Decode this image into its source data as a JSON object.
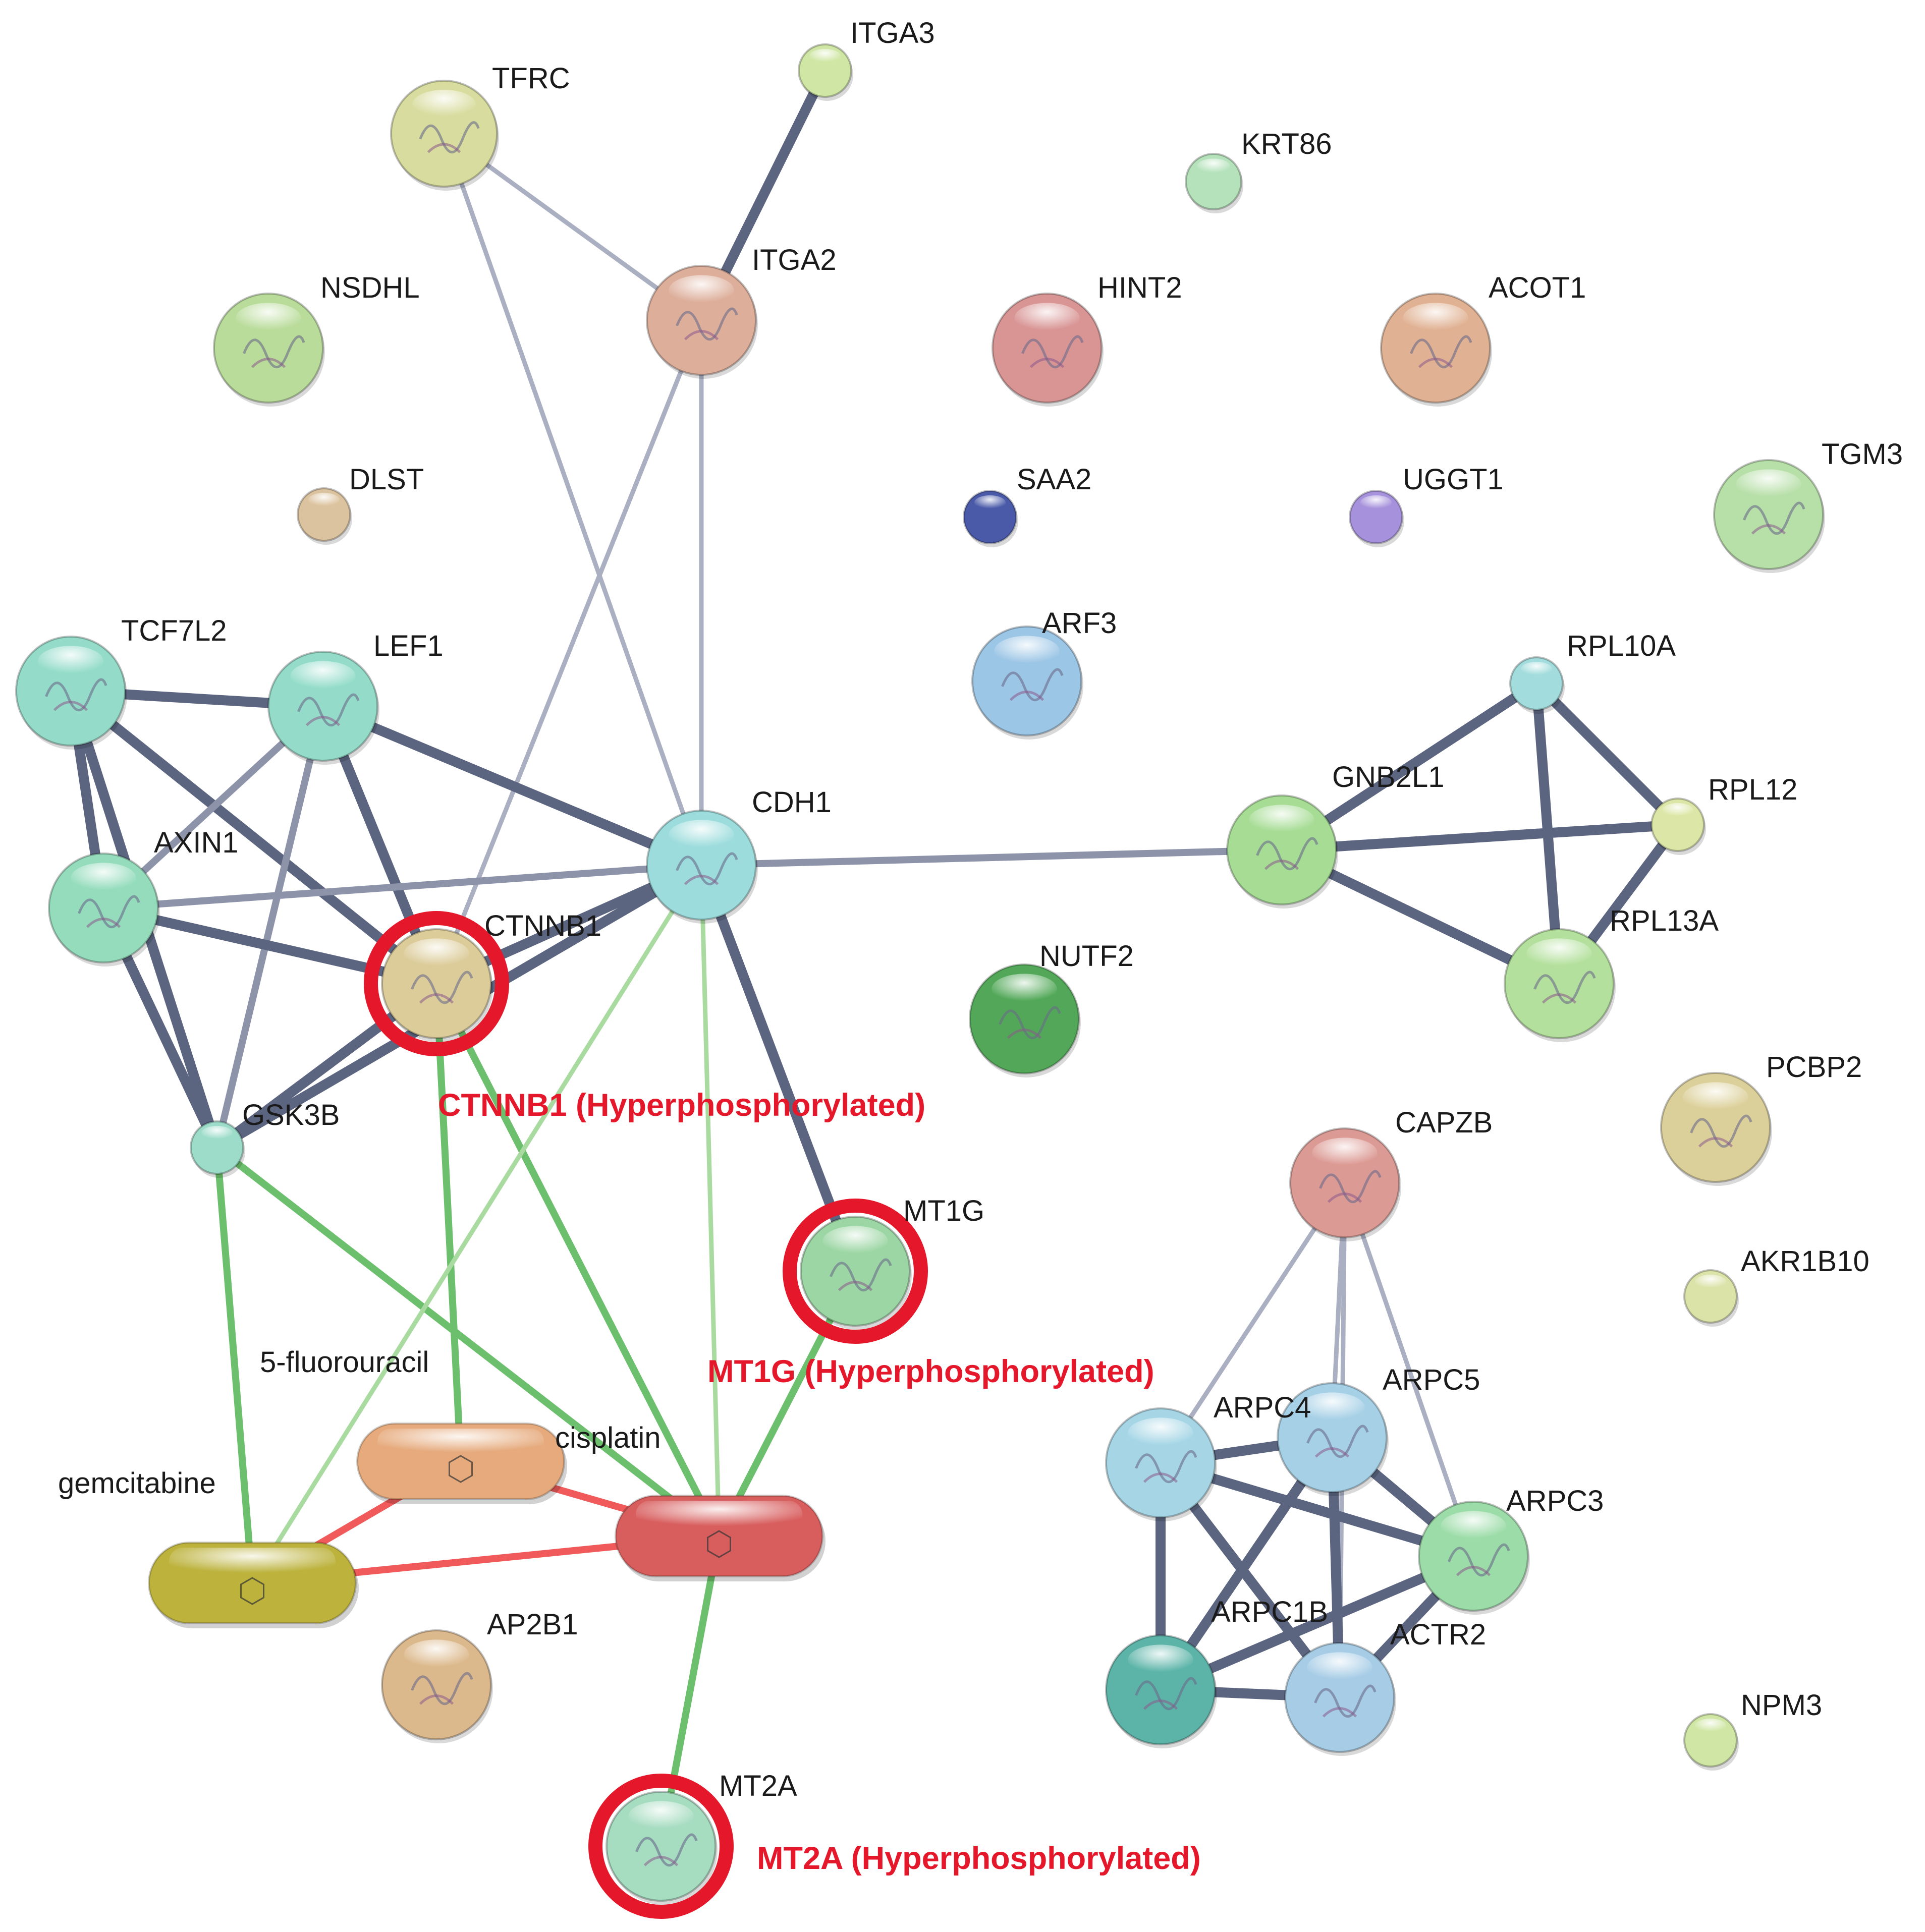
{
  "colors": {
    "protein_edge": "#5c6580",
    "protein_edge_light": "#aab0c2",
    "drug_protein_edge": "#6cbf6c",
    "drug_protein_edge_light": "#a9dba0",
    "drug_drug_edge": "#f05a5a",
    "highlight": "#e4172b",
    "label": "#1a1a1a"
  },
  "nodes": [
    {
      "id": "TFRC",
      "label": "TFRC",
      "kind": "protein",
      "color": "#d8dc9e",
      "icon": "structure-icon"
    },
    {
      "id": "ITGA3",
      "label": "ITGA3",
      "kind": "protein",
      "color": "#cfe6a4",
      "icon": "none"
    },
    {
      "id": "ITGA2",
      "label": "ITGA2",
      "kind": "protein",
      "color": "#ddae9a",
      "icon": "structure-icon"
    },
    {
      "id": "KRT86",
      "label": "KRT86",
      "kind": "protein",
      "color": "#b5e2bb",
      "icon": "none"
    },
    {
      "id": "NSDHL",
      "label": "NSDHL",
      "kind": "protein",
      "color": "#b9dc9a",
      "icon": "structure-icon"
    },
    {
      "id": "HINT2",
      "label": "HINT2",
      "kind": "protein",
      "color": "#d99494",
      "icon": "structure-icon"
    },
    {
      "id": "ACOT1",
      "label": "ACOT1",
      "kind": "protein",
      "color": "#e0b192",
      "icon": "structure-icon"
    },
    {
      "id": "DLST",
      "label": "DLST",
      "kind": "protein",
      "color": "#dcc39f",
      "icon": "none"
    },
    {
      "id": "SAA2",
      "label": "SAA2",
      "kind": "protein",
      "color": "#4a5aa8",
      "icon": "none"
    },
    {
      "id": "UGGT1",
      "label": "UGGT1",
      "kind": "protein",
      "color": "#a692dc",
      "icon": "none"
    },
    {
      "id": "TGM3",
      "label": "TGM3",
      "kind": "protein",
      "color": "#b7dfa8",
      "icon": "structure-icon"
    },
    {
      "id": "TCF7L2",
      "label": "TCF7L2",
      "kind": "protein",
      "color": "#94dcc9",
      "icon": "structure-icon"
    },
    {
      "id": "LEF1",
      "label": "LEF1",
      "kind": "protein",
      "color": "#94dcc9",
      "icon": "structure-icon"
    },
    {
      "id": "ARF3",
      "label": "ARF3",
      "kind": "protein",
      "color": "#9cc6e6",
      "icon": "structure-icon"
    },
    {
      "id": "RPL10A",
      "label": "RPL10A",
      "kind": "protein",
      "color": "#a2dcdc",
      "icon": "none"
    },
    {
      "id": "CDH1",
      "label": "CDH1",
      "kind": "protein",
      "color": "#9cdcdc",
      "icon": "structure-icon"
    },
    {
      "id": "GNB2L1",
      "label": "GNB2L1",
      "kind": "protein",
      "color": "#a6dc94",
      "icon": "structure-icon"
    },
    {
      "id": "RPL12",
      "label": "RPL12",
      "kind": "protein",
      "color": "#dce6a6",
      "icon": "none"
    },
    {
      "id": "AXIN1",
      "label": "AXIN1",
      "kind": "protein",
      "color": "#94dcbc",
      "icon": "structure-icon"
    },
    {
      "id": "CTNNB1",
      "label": "CTNNB1",
      "kind": "protein",
      "color": "#dccc9a",
      "icon": "structure-icon",
      "highlighted": true
    },
    {
      "id": "RPL13A",
      "label": "RPL13A",
      "kind": "protein",
      "color": "#b3e09c",
      "icon": "structure-icon"
    },
    {
      "id": "NUTF2",
      "label": "NUTF2",
      "kind": "protein",
      "color": "#52a858",
      "icon": "structure-icon"
    },
    {
      "id": "GSK3B",
      "label": "GSK3B",
      "kind": "protein",
      "color": "#9cdcc9",
      "icon": "none"
    },
    {
      "id": "PCBP2",
      "label": "PCBP2",
      "kind": "protein",
      "color": "#dcd09a",
      "icon": "structure-icon"
    },
    {
      "id": "CAPZB",
      "label": "CAPZB",
      "kind": "protein",
      "color": "#dc9a94",
      "icon": "structure-icon"
    },
    {
      "id": "MT1G",
      "label": "MT1G",
      "kind": "protein",
      "color": "#9cd6a4",
      "icon": "structure-icon",
      "highlighted": true
    },
    {
      "id": "AKR1B10",
      "label": "AKR1B10",
      "kind": "protein",
      "color": "#dce3a9",
      "icon": "none"
    },
    {
      "id": "5-fluorouracil",
      "label": "5-fluorouracil",
      "kind": "drug",
      "color": "#e6aa7c",
      "icon": "molecule-icon"
    },
    {
      "id": "cisplatin",
      "label": "cisplatin",
      "kind": "drug",
      "color": "#d85e5e",
      "icon": "molecule-icon"
    },
    {
      "id": "gemcitabine",
      "label": "gemcitabine",
      "kind": "drug",
      "color": "#bcb23c",
      "icon": "molecule-icon"
    },
    {
      "id": "ARPC4",
      "label": "ARPC4",
      "kind": "protein",
      "color": "#a6d6e6",
      "icon": "structure-icon"
    },
    {
      "id": "ARPC5",
      "label": "ARPC5",
      "kind": "protein",
      "color": "#a6d0e6",
      "icon": "structure-icon"
    },
    {
      "id": "ARPC3",
      "label": "ARPC3",
      "kind": "protein",
      "color": "#9cdca8",
      "icon": "structure-icon"
    },
    {
      "id": "ARPC1B",
      "label": "ARPC1B",
      "kind": "protein",
      "color": "#5cb4a8",
      "icon": "structure-icon"
    },
    {
      "id": "ACTR2",
      "label": "ACTR2",
      "kind": "protein",
      "color": "#a6cce6",
      "icon": "structure-icon"
    },
    {
      "id": "AP2B1",
      "label": "AP2B1",
      "kind": "protein",
      "color": "#dcb98c",
      "icon": "structure-icon"
    },
    {
      "id": "NPM3",
      "label": "NPM3",
      "kind": "protein",
      "color": "#cfe6a4",
      "icon": "none"
    },
    {
      "id": "MT2A",
      "label": "MT2A",
      "kind": "protein",
      "color": "#a6dcc0",
      "icon": "structure-icon",
      "highlighted": true
    }
  ],
  "edges": [
    {
      "source": "TFRC",
      "target": "ITGA2",
      "type": "protein",
      "strength": "weak"
    },
    {
      "source": "TFRC",
      "target": "CDH1",
      "type": "protein",
      "strength": "weak"
    },
    {
      "source": "ITGA3",
      "target": "ITGA2",
      "type": "protein",
      "strength": "strong"
    },
    {
      "source": "ITGA2",
      "target": "CDH1",
      "type": "protein",
      "strength": "weak"
    },
    {
      "source": "ITGA2",
      "target": "CTNNB1",
      "type": "protein",
      "strength": "weak"
    },
    {
      "source": "TCF7L2",
      "target": "LEF1",
      "type": "protein",
      "strength": "strong"
    },
    {
      "source": "TCF7L2",
      "target": "AXIN1",
      "type": "protein",
      "strength": "strong"
    },
    {
      "source": "TCF7L2",
      "target": "CTNNB1",
      "type": "protein",
      "strength": "strong"
    },
    {
      "source": "TCF7L2",
      "target": "GSK3B",
      "type": "protein",
      "strength": "strong"
    },
    {
      "source": "LEF1",
      "target": "AXIN1",
      "type": "protein",
      "strength": "medium"
    },
    {
      "source": "LEF1",
      "target": "CTNNB1",
      "type": "protein",
      "strength": "strong"
    },
    {
      "source": "LEF1",
      "target": "GSK3B",
      "type": "protein",
      "strength": "medium"
    },
    {
      "source": "LEF1",
      "target": "CDH1",
      "type": "protein",
      "strength": "strong"
    },
    {
      "source": "AXIN1",
      "target": "CDH1",
      "type": "protein",
      "strength": "medium"
    },
    {
      "source": "AXIN1",
      "target": "CTNNB1",
      "type": "protein",
      "strength": "strong"
    },
    {
      "source": "AXIN1",
      "target": "GSK3B",
      "type": "protein",
      "strength": "strong"
    },
    {
      "source": "CDH1",
      "target": "CTNNB1",
      "type": "protein",
      "strength": "strong"
    },
    {
      "source": "CDH1",
      "target": "GSK3B",
      "type": "protein",
      "strength": "strong"
    },
    {
      "source": "CDH1",
      "target": "GNB2L1",
      "type": "protein",
      "strength": "medium"
    },
    {
      "source": "CDH1",
      "target": "MT1G",
      "type": "protein",
      "strength": "strong"
    },
    {
      "source": "CTNNB1",
      "target": "GSK3B",
      "type": "protein",
      "strength": "strong"
    },
    {
      "source": "GNB2L1",
      "target": "RPL10A",
      "type": "protein",
      "strength": "strong"
    },
    {
      "source": "GNB2L1",
      "target": "RPL12",
      "type": "protein",
      "strength": "strong"
    },
    {
      "source": "GNB2L1",
      "target": "RPL13A",
      "type": "protein",
      "strength": "strong"
    },
    {
      "source": "RPL10A",
      "target": "RPL12",
      "type": "protein",
      "strength": "strong"
    },
    {
      "source": "RPL10A",
      "target": "RPL13A",
      "type": "protein",
      "strength": "strong"
    },
    {
      "source": "RPL12",
      "target": "RPL13A",
      "type": "protein",
      "strength": "strong"
    },
    {
      "source": "CAPZB",
      "target": "ARPC4",
      "type": "protein",
      "strength": "weak"
    },
    {
      "source": "CAPZB",
      "target": "ARPC5",
      "type": "protein",
      "strength": "weak"
    },
    {
      "source": "CAPZB",
      "target": "ARPC3",
      "type": "protein",
      "strength": "weak"
    },
    {
      "source": "CAPZB",
      "target": "ACTR2",
      "type": "protein",
      "strength": "weak"
    },
    {
      "source": "ARPC4",
      "target": "ARPC5",
      "type": "protein",
      "strength": "strong"
    },
    {
      "source": "ARPC4",
      "target": "ARPC3",
      "type": "protein",
      "strength": "strong"
    },
    {
      "source": "ARPC4",
      "target": "ARPC1B",
      "type": "protein",
      "strength": "strong"
    },
    {
      "source": "ARPC4",
      "target": "ACTR2",
      "type": "protein",
      "strength": "strong"
    },
    {
      "source": "ARPC5",
      "target": "ARPC3",
      "type": "protein",
      "strength": "strong"
    },
    {
      "source": "ARPC5",
      "target": "ARPC1B",
      "type": "protein",
      "strength": "strong"
    },
    {
      "source": "ARPC5",
      "target": "ACTR2",
      "type": "protein",
      "strength": "strong"
    },
    {
      "source": "ARPC3",
      "target": "ARPC1B",
      "type": "protein",
      "strength": "strong"
    },
    {
      "source": "ARPC3",
      "target": "ACTR2",
      "type": "protein",
      "strength": "strong"
    },
    {
      "source": "ARPC1B",
      "target": "ACTR2",
      "type": "protein",
      "strength": "strong"
    },
    {
      "source": "GSK3B",
      "target": "gemcitabine",
      "type": "drug-protein",
      "strength": "medium"
    },
    {
      "source": "GSK3B",
      "target": "cisplatin",
      "type": "drug-protein",
      "strength": "medium"
    },
    {
      "source": "CTNNB1",
      "target": "5-fluorouracil",
      "type": "drug-protein",
      "strength": "medium"
    },
    {
      "source": "CTNNB1",
      "target": "cisplatin",
      "type": "drug-protein",
      "strength": "medium"
    },
    {
      "source": "CDH1",
      "target": "gemcitabine",
      "type": "drug-protein",
      "strength": "weak"
    },
    {
      "source": "CDH1",
      "target": "cisplatin",
      "type": "drug-protein",
      "strength": "weak"
    },
    {
      "source": "MT1G",
      "target": "cisplatin",
      "type": "drug-protein",
      "strength": "medium"
    },
    {
      "source": "MT2A",
      "target": "cisplatin",
      "type": "drug-protein",
      "strength": "medium"
    },
    {
      "source": "5-fluorouracil",
      "target": "gemcitabine",
      "type": "drug-drug",
      "strength": "medium"
    },
    {
      "source": "5-fluorouracil",
      "target": "cisplatin",
      "type": "drug-drug",
      "strength": "medium"
    },
    {
      "source": "gemcitabine",
      "target": "cisplatin",
      "type": "drug-drug",
      "strength": "medium"
    }
  ],
  "annotations": [
    {
      "id": "CTNNB1-annotation",
      "text": "CTNNB1 (Hyperphosphorylated)"
    },
    {
      "id": "MT1G-annotation",
      "text": "MT1G (Hyperphosphorylated)"
    },
    {
      "id": "MT2A-annotation",
      "text": "MT2A (Hyperphosphorylated)"
    }
  ]
}
